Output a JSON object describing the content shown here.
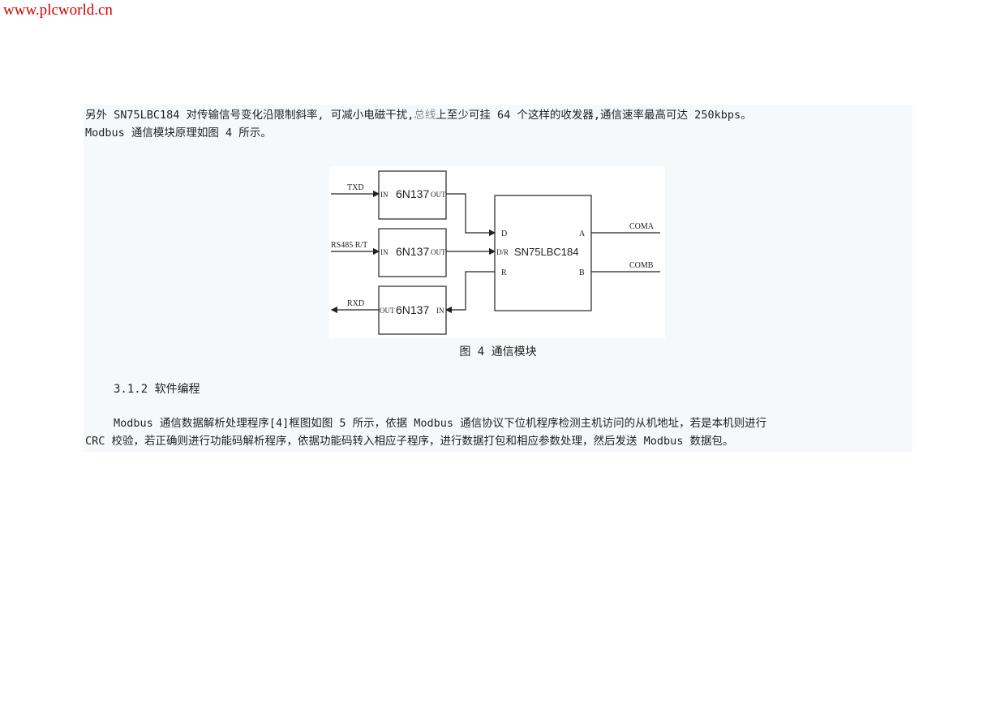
{
  "watermark": "www.plcworld.cn",
  "para1": {
    "line1_a": "另外 SN75LBC184 对传输信号变化沿限制斜率,  可减小电磁干扰,",
    "line1_b": "总线",
    "line1_c": "上至少可挂 64 个这样的收发器,通信速率最高可达 250kbps。",
    "line2": "Modbus 通信模块原理如图 4 所示。"
  },
  "figure": {
    "labels": {
      "txd": "TXD",
      "rs485": "RS485 R/T",
      "rxd": "RXD",
      "coma": "COMA",
      "comb": "COMB",
      "chip1": "6N137",
      "chip2": "6N137",
      "chip3": "6N137",
      "in1": "IN",
      "out1": "OUT",
      "in2": "IN",
      "out2": "OUT",
      "out3": "OUT",
      "in3": "IN",
      "transceiver": "SN75LBC184",
      "pin_d": "D",
      "pin_dr": "D/R",
      "pin_r": "R",
      "pin_a": "A",
      "pin_b": "B"
    },
    "caption": "图  4  通信模块"
  },
  "section_heading": "3.1.2  软件编程",
  "para2": {
    "line1": "Modbus 通信数据解析处理程序[4]框图如图 5 所示，依据 Modbus 通信协议下位机程序检测主机访问的从机地址，若是本机则进行",
    "line2": "CRC 校验，若正确则进行功能码解析程序，依据功能码转入相应子程序，进行数据打包和相应参数处理，然后发送 Modbus 数据包。"
  }
}
